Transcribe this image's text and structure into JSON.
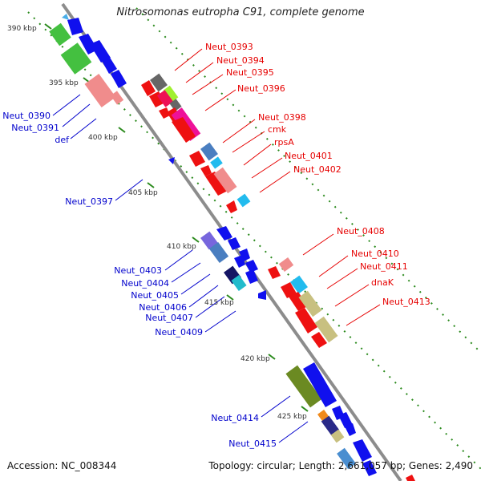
{
  "title": "Nitrosomonas eutropha C91, complete genome",
  "accession": "Accession: NC_008344",
  "topology": "Topology: circular; Length: 2,661,057 bp; Genes: 2,490",
  "colors": {
    "forward_label": "#e60000",
    "reverse_label": "#0000cc",
    "backbone": "#8c8c8c",
    "tick": "#2a8a1c"
  },
  "kbp_ticks": [
    "390 kbp",
    "395 kbp",
    "400 kbp",
    "405 kbp",
    "410 kbp",
    "415 kbp",
    "420 kbp",
    "425 kbp"
  ],
  "forward_labels": [
    "Neut_0393",
    "Neut_0394",
    "Neut_0395",
    "Neut_0396",
    "Neut_0398",
    "cmk",
    "rpsA",
    "Neut_0401",
    "Neut_0402",
    "Neut_0408",
    "Neut_0410",
    "Neut_0411",
    "dnaK",
    "Neut_0413"
  ],
  "reverse_labels": [
    "Neut_0390",
    "Neut_0391",
    "def",
    "Neut_0397",
    "Neut_0403",
    "Neut_0404",
    "Neut_0405",
    "Neut_0406",
    "Neut_0407",
    "Neut_0409",
    "Neut_0414",
    "Neut_0415"
  ]
}
